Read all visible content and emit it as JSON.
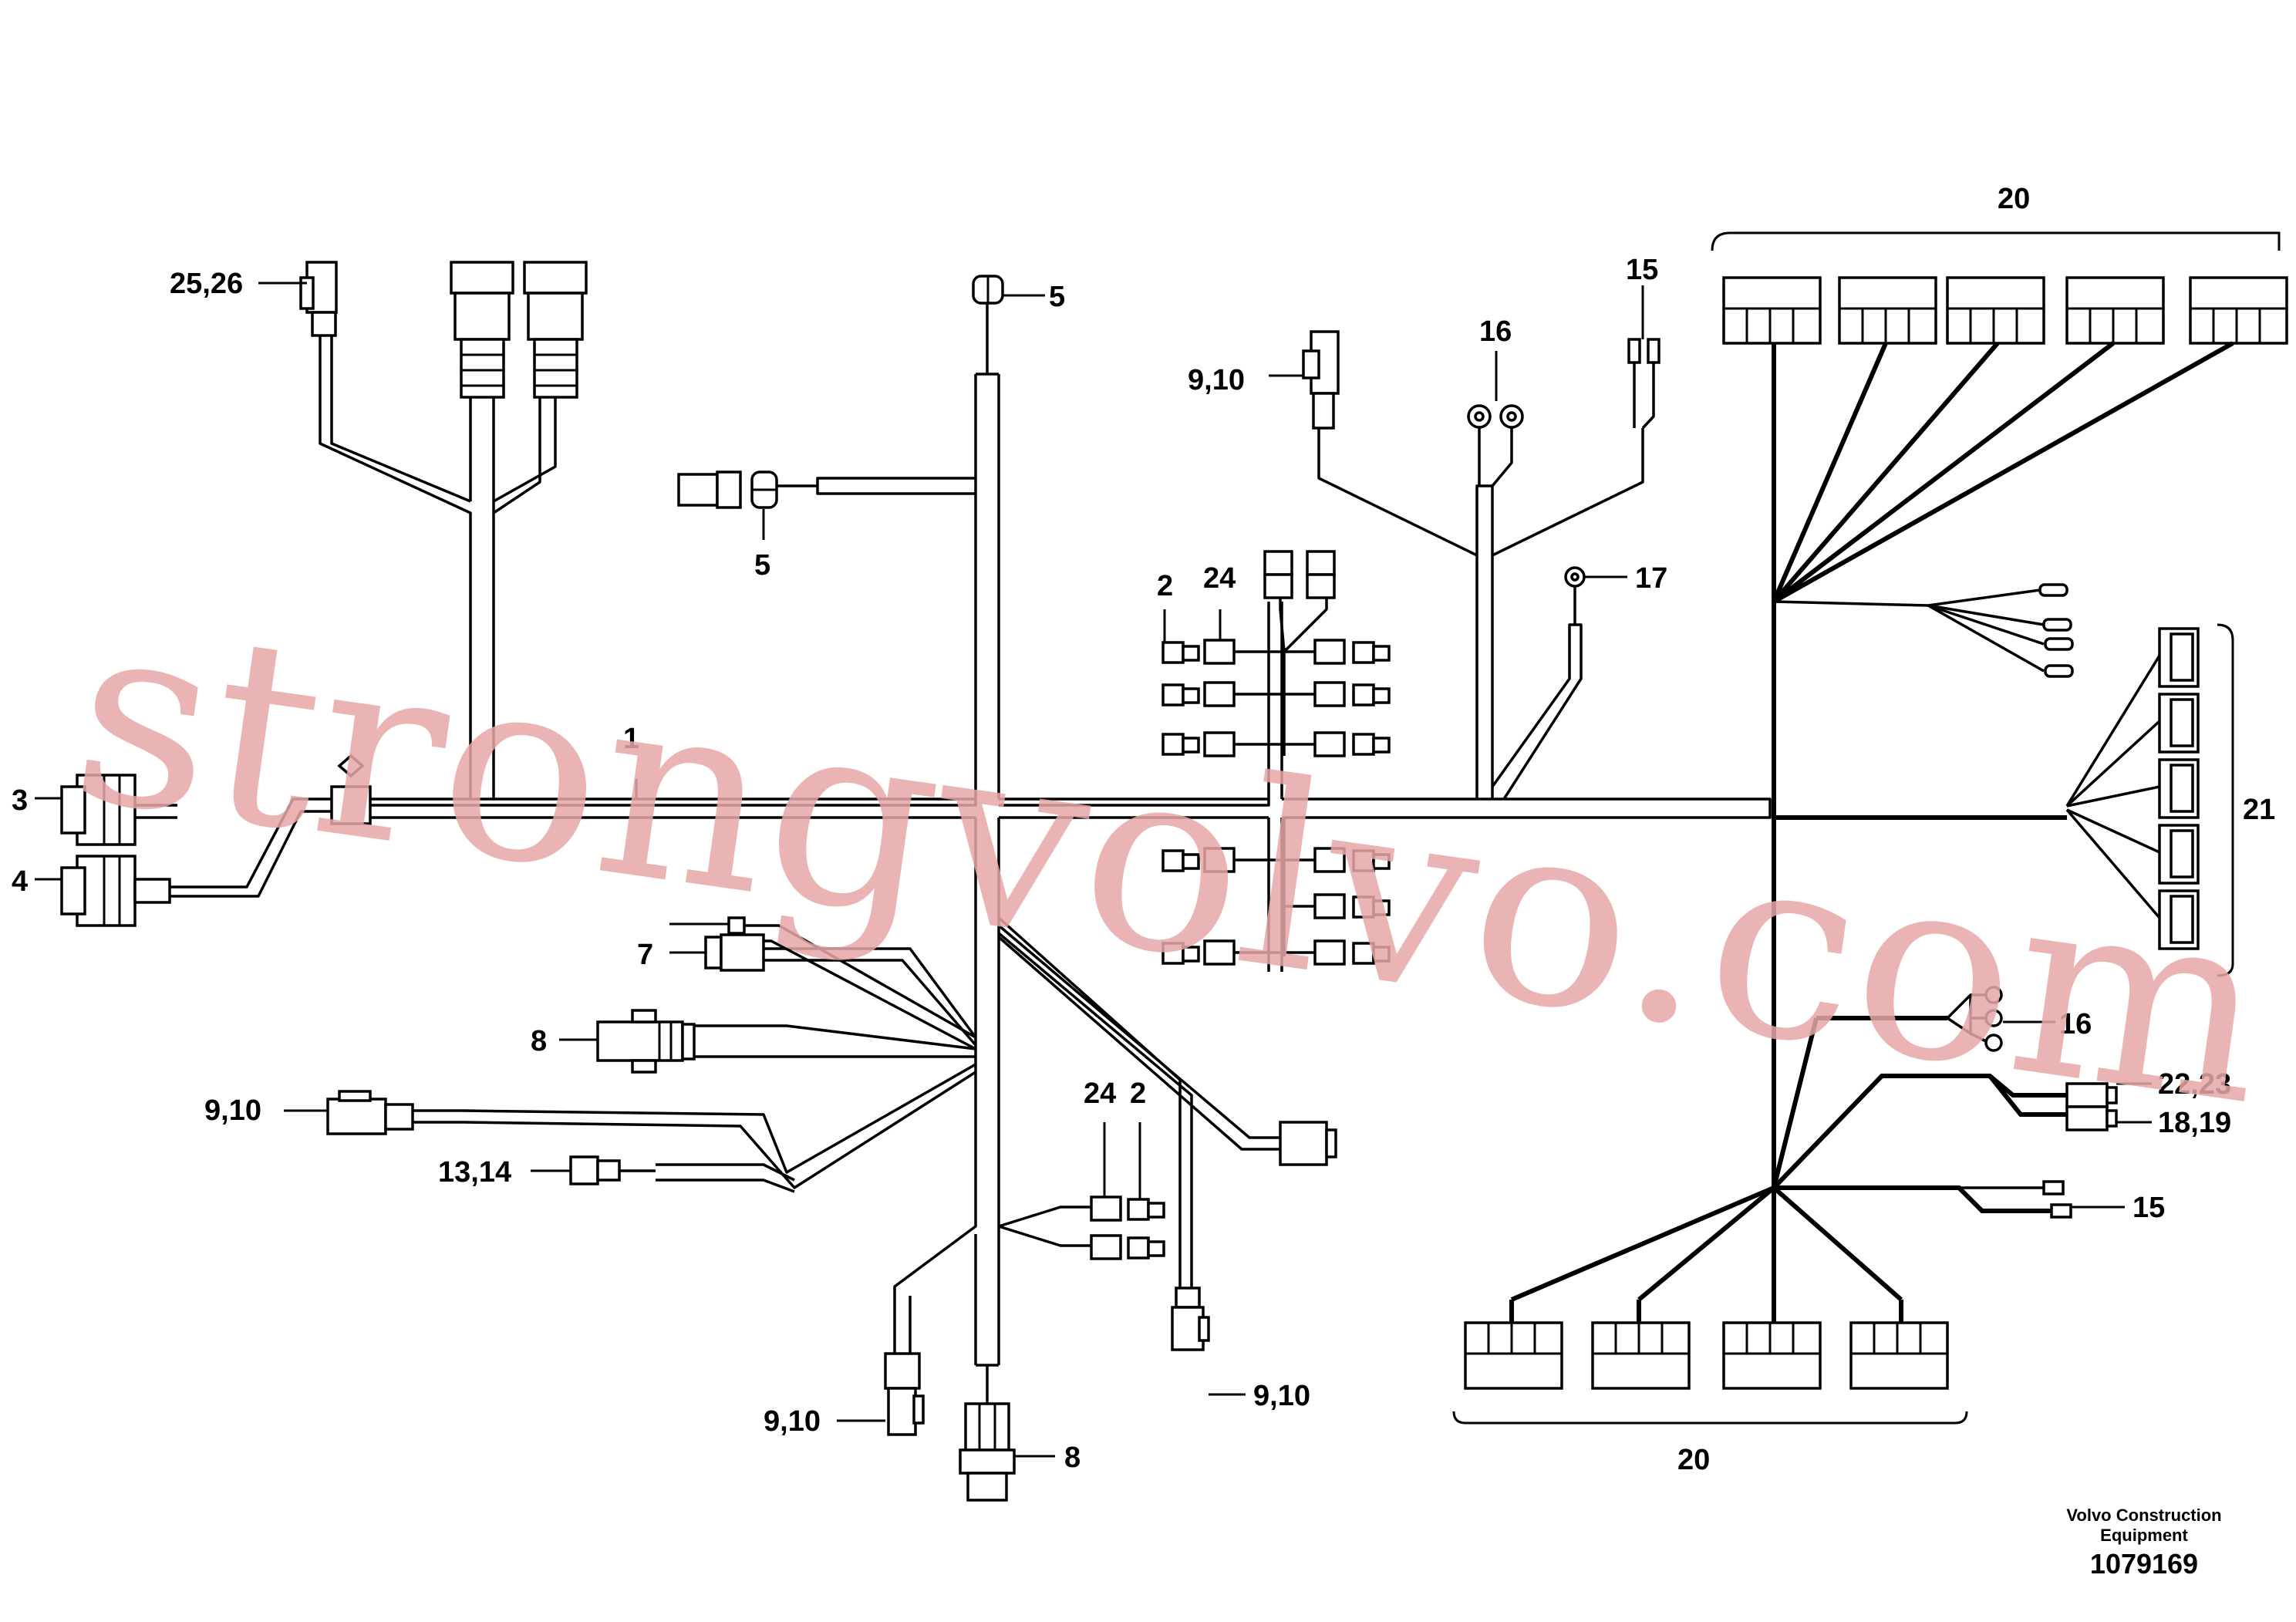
{
  "labels": {
    "l1": "1",
    "l2a": "2",
    "l2b": "2",
    "l3": "3",
    "l4": "4",
    "l5a": "5",
    "l5b": "5",
    "l7": "7",
    "l8a": "8",
    "l8b": "8",
    "l910a": "9,10",
    "l910b": "9,10",
    "l910c": "9,10",
    "l910d": "9,10",
    "l1314": "13,14",
    "l15a": "15",
    "l15b": "15",
    "l16a": "16",
    "l16b": "16",
    "l17": "17",
    "l1819": "18,19",
    "l20a": "20",
    "l20b": "20",
    "l21": "21",
    "l2223": "22,23",
    "l24a": "24",
    "l24b": "24",
    "l2526": "25,26"
  },
  "footer": {
    "company_line1": "Volvo Construction",
    "company_line2": "Equipment",
    "drawing_number": "1079169"
  },
  "watermark": "strongvolvo.com",
  "colors": {
    "line": "#000000",
    "background": "#ffffff",
    "watermark": "#e8a8a8"
  }
}
